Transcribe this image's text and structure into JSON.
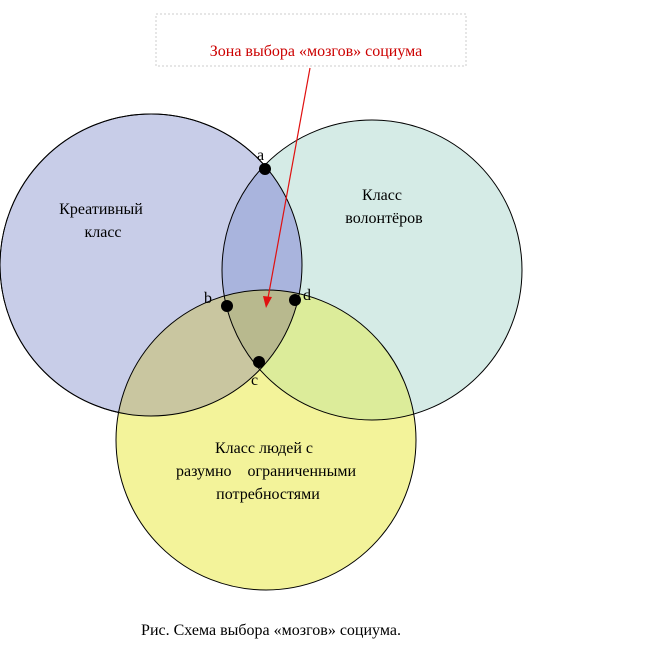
{
  "diagram": {
    "zone_label": "Зона выбора «мозгов» социума",
    "circles": {
      "creative": {
        "label_lines": [
          "Креативный",
          "класс"
        ],
        "fill": "#c8cde8"
      },
      "volunteers": {
        "label_lines": [
          "Класс",
          "волонтёров"
        ],
        "fill": "#d5ebe6"
      },
      "rational": {
        "label_lines": [
          "Класс людей с",
          "разумно    ограниченными",
          "потребностями"
        ],
        "fill": "#f3f39a"
      }
    },
    "points": {
      "a": "a",
      "b": "b",
      "c": "c",
      "d": "d"
    },
    "colors": {
      "arrow": "#e01010",
      "zone_text": "#cc0000",
      "overlap_creative_volunteers": "#a9b4dd",
      "overlap_creative_rational": "#c9c6a0",
      "overlap_volunteers_rational": "#dcec9a",
      "overlap_all": "#b8b98e"
    }
  },
  "caption": "Рис. Схема выбора «мозгов» социума."
}
